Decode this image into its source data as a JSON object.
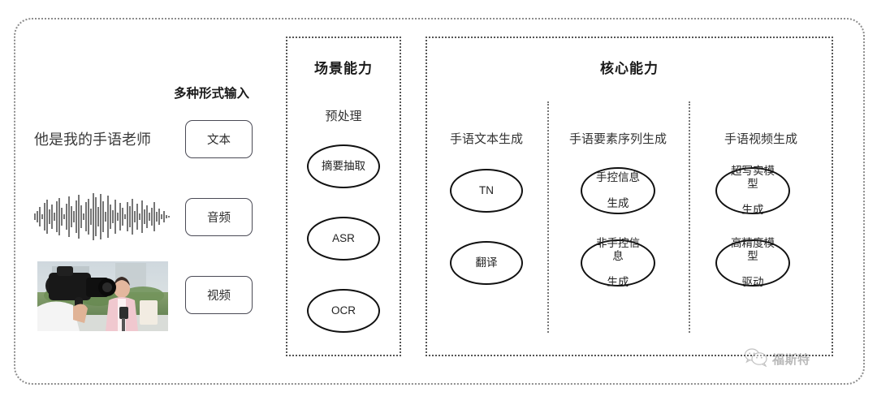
{
  "input_section": {
    "heading": "多种形式输入",
    "sample_text": "他是我的手语老师",
    "modalities": [
      {
        "label": "文本",
        "icon": "text-icon"
      },
      {
        "label": "音频",
        "icon": "audio-waveform-icon"
      },
      {
        "label": "视频",
        "icon": "video-thumbnail-icon"
      }
    ]
  },
  "scene_panel": {
    "title": "场景能力",
    "columns": [
      {
        "header": "预处理",
        "nodes": [
          {
            "lines": [
              "摘要抽取"
            ]
          },
          {
            "lines": [
              "ASR"
            ]
          },
          {
            "lines": [
              "OCR"
            ]
          }
        ]
      }
    ]
  },
  "core_panel": {
    "title": "核心能力",
    "columns": [
      {
        "header": "手语文本生成",
        "nodes": [
          {
            "lines": [
              "TN"
            ]
          },
          {
            "lines": [
              "翻译"
            ]
          }
        ]
      },
      {
        "header": "手语要素序列生成",
        "nodes": [
          {
            "lines": [
              "手控信息",
              "生成"
            ]
          },
          {
            "lines": [
              "非手控信息",
              "生成"
            ]
          }
        ]
      },
      {
        "header": "手语视频生成",
        "nodes": [
          {
            "lines": [
              "超写实模型",
              "生成"
            ]
          },
          {
            "lines": [
              "高精度模型",
              "驱动"
            ]
          }
        ]
      }
    ]
  },
  "watermark": {
    "label": "福斯特",
    "icon": "wechat-icon"
  },
  "colors": {
    "frame_border": "#8d8d8d",
    "panel_border": "#555555",
    "node_border": "#111111",
    "text": "#333333",
    "background": "#ffffff"
  }
}
